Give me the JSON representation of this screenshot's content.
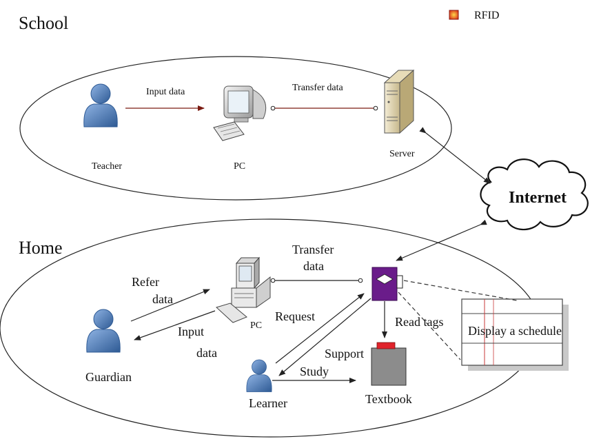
{
  "legend": {
    "label": "RFID",
    "marker_color": "#e24a1c"
  },
  "sections": {
    "school": "School",
    "home": "Home"
  },
  "cloud": {
    "label": "Internet"
  },
  "school": {
    "teacher": "Teacher",
    "pc": "PC",
    "server": "Server",
    "input_data": "Input data",
    "transfer_data": "Transfer data"
  },
  "home": {
    "transfer_line1": "Transfer",
    "transfer_line2": "data",
    "refer_line1": "Refer",
    "refer_line2": "data",
    "input_line1": "Input",
    "input_line2": "data",
    "pc": "PC",
    "request": "Request",
    "read_tags": "Read tags",
    "support": "Support",
    "study": "Study",
    "guardian": "Guardian",
    "learner": "Learner",
    "textbook": "Textbook",
    "display": "Display a schedule"
  },
  "colors": {
    "person": "#4f7fc0",
    "person_dark": "#2e5a94",
    "reader": "#6a1c8a",
    "textbook": "#8c8c8c",
    "textbook_tab": "#e0232b",
    "arrow_red": "#7a1b12"
  }
}
